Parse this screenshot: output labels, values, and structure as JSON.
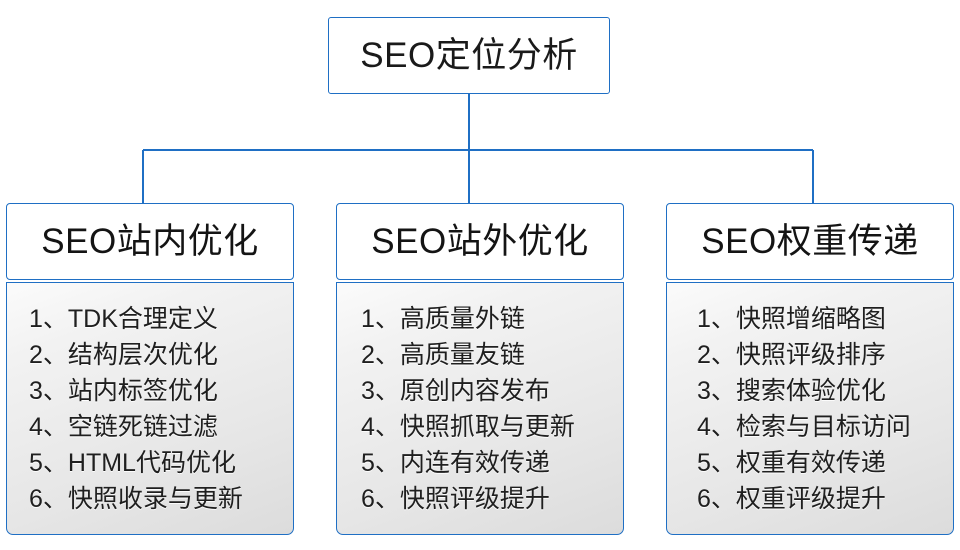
{
  "diagram": {
    "type": "organization-tree",
    "colors": {
      "border_blue": "#1f6fc4",
      "root_fill": "#ffffff",
      "header_fill": "#ffffff",
      "list_fill_top": "#fbfbfb",
      "list_fill_bottom": "#dcdcdc",
      "text": "#1a1a1a"
    },
    "root": {
      "label": "SEO定位分析"
    },
    "branches": [
      {
        "header": "SEO站内优化",
        "items": [
          "1、TDK合理定义",
          "2、结构层次优化",
          "3、站内标签优化",
          "4、空链死链过滤",
          "5、HTML代码优化",
          "6、快照收录与更新"
        ]
      },
      {
        "header": "SEO站外优化",
        "items": [
          "1、高质量外链",
          "2、高质量友链",
          "3、原创内容发布",
          "4、快照抓取与更新",
          "5、内连有效传递",
          "6、快照评级提升"
        ]
      },
      {
        "header": "SEO权重传递",
        "items": [
          "1、快照增缩略图",
          "2、快照评级排序",
          "3、搜索体验优化",
          "4、检索与目标访问",
          "5、权重有效传递",
          "6、权重评级提升"
        ]
      }
    ]
  }
}
